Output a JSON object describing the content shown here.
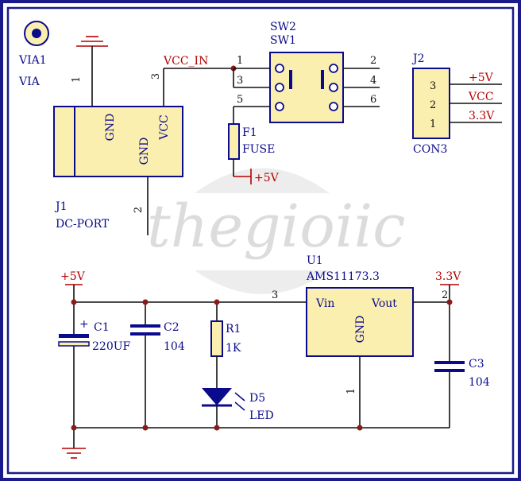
{
  "watermark": "thegioiic",
  "via": {
    "ref": "VIA1",
    "value": "VIA"
  },
  "j1": {
    "ref": "J1",
    "value": "DC-PORT",
    "pin_gnd1": "GND",
    "pin_vcc": "VCC",
    "pin_gnd2": "GND",
    "pin_num_1": "1",
    "pin_num_2": "2",
    "pin_num_3": "3"
  },
  "net_vcc_in": "VCC_IN",
  "sw": {
    "ref1": "SW2",
    "ref2": "SW1",
    "pins_left": [
      "1",
      "3",
      "5"
    ],
    "pins_right": [
      "2",
      "4",
      "6"
    ]
  },
  "fuse": {
    "ref": "F1",
    "value": "FUSE"
  },
  "plus5v_fuse": "+5V",
  "j2": {
    "ref": "J2",
    "value": "CON3",
    "pin_nums": [
      "3",
      "2",
      "1"
    ],
    "nets": [
      "+5V",
      "VCC",
      "3.3V"
    ]
  },
  "bottom": {
    "plus5v": "+5V",
    "c1": {
      "ref": "C1",
      "value": "220UF"
    },
    "c2": {
      "ref": "C2",
      "value": "104"
    },
    "r1": {
      "ref": "R1",
      "value": "1K"
    },
    "d5": {
      "ref": "D5",
      "value": "LED"
    },
    "u1": {
      "ref": "U1",
      "value": "AMS11173.3",
      "pin_vin": "Vin",
      "pin_vout": "Vout",
      "pin_gnd": "GND",
      "pin3": "3",
      "pin2": "2",
      "pin1": "1"
    },
    "v33": "3.3V",
    "c3": {
      "ref": "C3",
      "value": "104"
    }
  },
  "colors": {
    "border": "#1a1a8c",
    "component_fill": "#fbefb0",
    "component_stroke": "#0a0a8c",
    "wire": "#111111",
    "power_net": "#b30000",
    "junction": "#8b1a1a"
  }
}
